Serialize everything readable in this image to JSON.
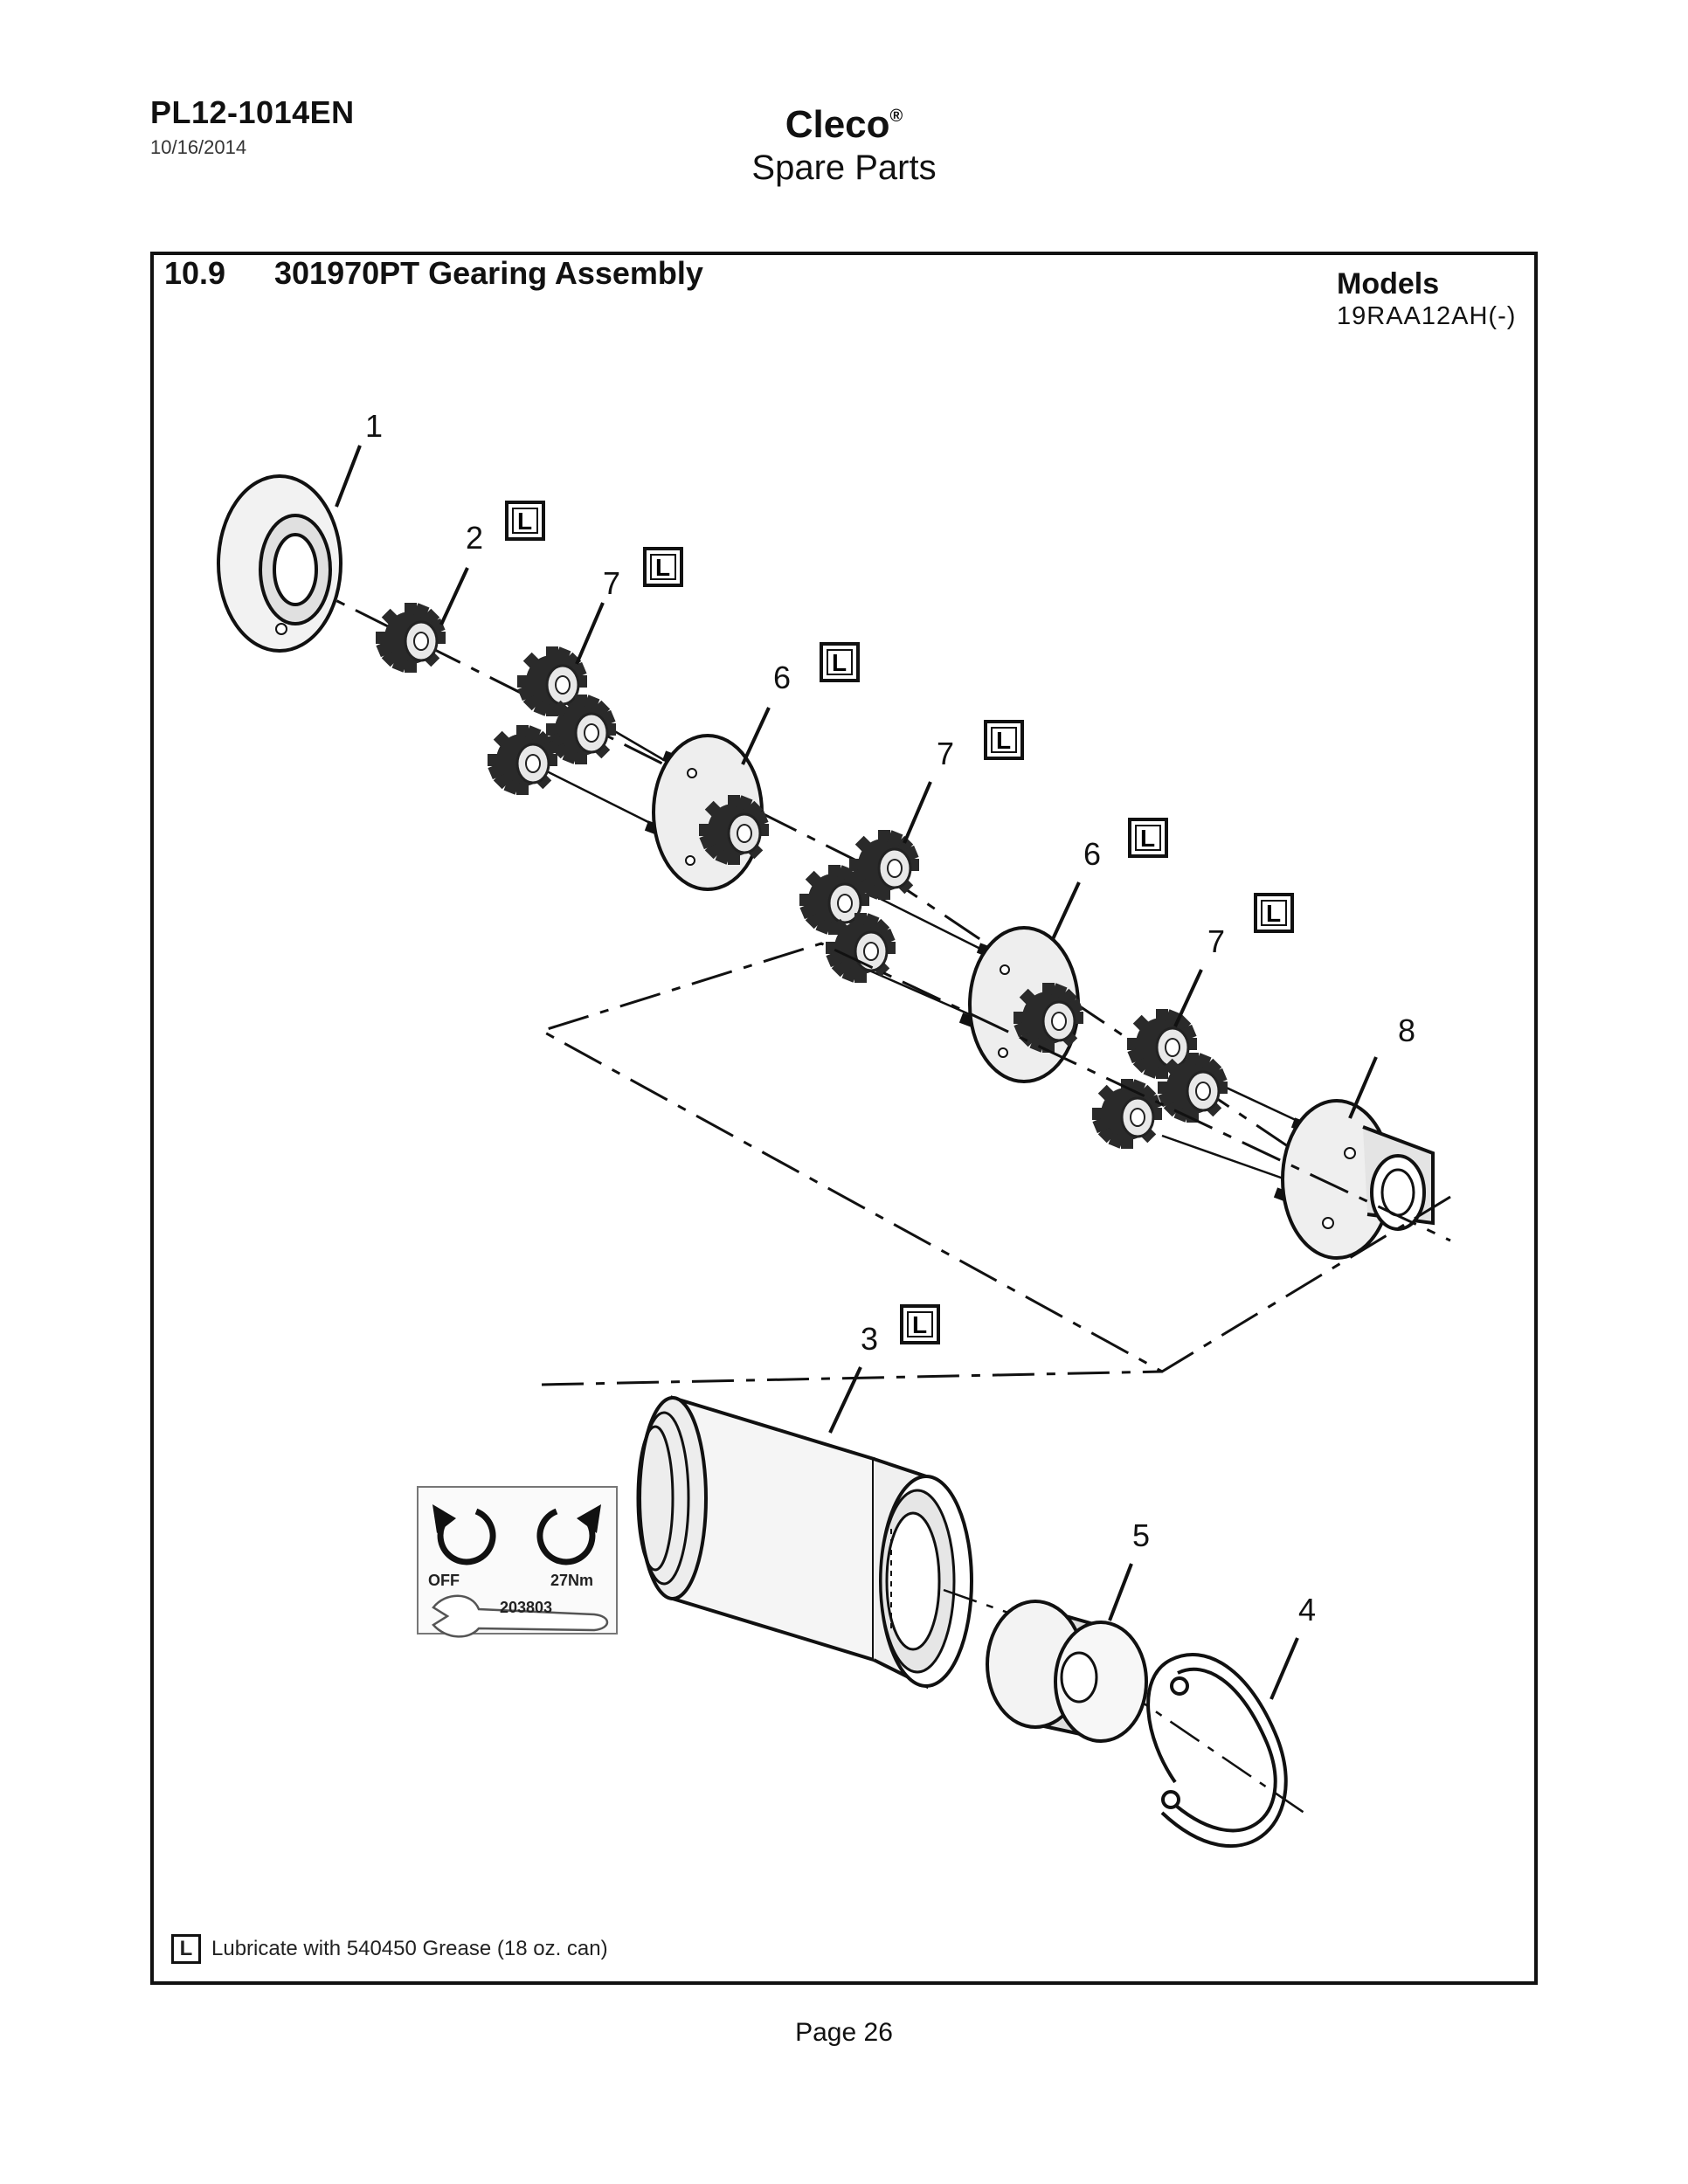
{
  "header": {
    "doc_id": "PL12-1014EN",
    "date": "10/16/2014",
    "brand": "Cleco",
    "brand_mark": "®",
    "doc_type": "Spare Parts"
  },
  "section": {
    "number": "10.9",
    "title": "301970PT Gearing Assembly",
    "models_label": "Models",
    "models_value": "19RAA12AH(-)"
  },
  "callouts": {
    "c1": "1",
    "c2": "2",
    "c7a": "7",
    "c6a": "6",
    "c7b": "7",
    "c6b": "6",
    "c7c": "7",
    "c8": "8",
    "c3": "3",
    "c5": "5",
    "c4": "4"
  },
  "lube_mark": "L",
  "tool_inset": {
    "off_label": "OFF",
    "torque_label": "27Nm",
    "tool_number": "203803"
  },
  "legend": {
    "mark": "L",
    "text": "Lubricate with 540450 Grease (18 oz. can)"
  },
  "footer": {
    "page": "Page 26"
  }
}
